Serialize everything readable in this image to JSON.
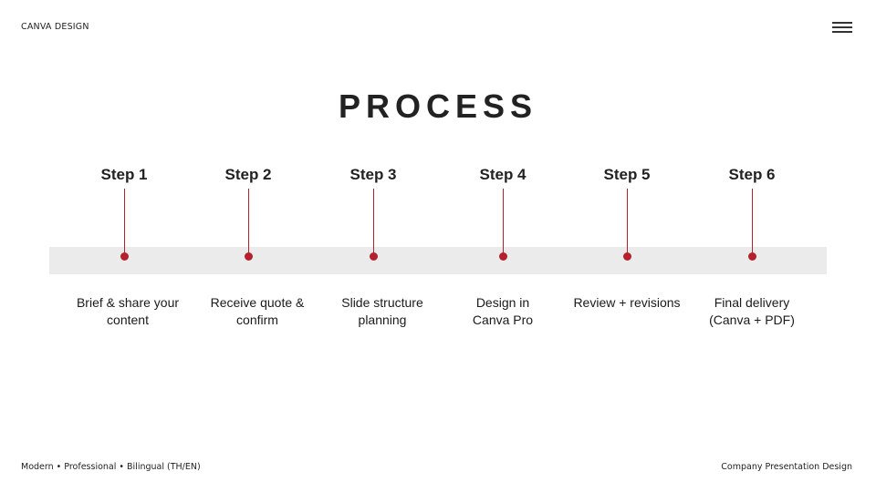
{
  "header": {
    "brand": "CANVA DESIGN",
    "menu_icon": "hamburger-menu-icon"
  },
  "title": "PROCESS",
  "steps": [
    {
      "label": "Step 1",
      "description": "Brief & share your\ncontent"
    },
    {
      "label": "Step 2",
      "description": "Receive quote &\nconfirm"
    },
    {
      "label": "Step 3",
      "description": "Slide structure\nplanning"
    },
    {
      "label": "Step 4",
      "description": "Design in\nCanva Pro"
    },
    {
      "label": "Step 5",
      "description": "Review + revisions"
    },
    {
      "label": "Step 6",
      "description": "Final delivery\n(Canva + PDF)"
    }
  ],
  "footer": {
    "left": "Modern • Professional • Bilingual (TH/EN)",
    "right": "Company Presentation Design"
  },
  "colors": {
    "accent": "#b5202e",
    "band": "#ebebeb",
    "text": "#222222"
  }
}
